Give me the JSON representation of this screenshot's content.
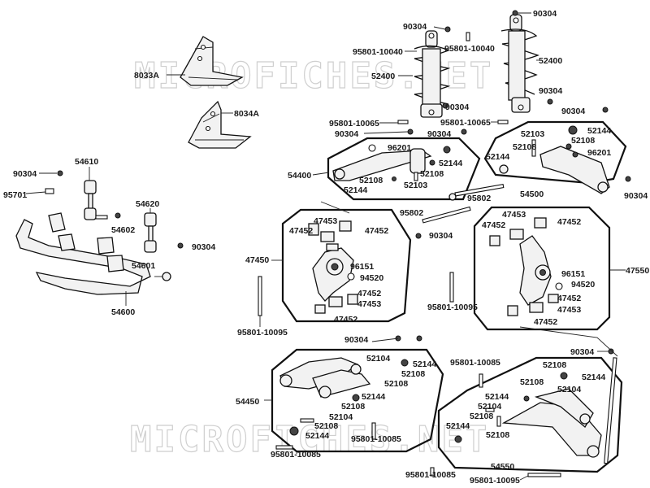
{
  "watermark": {
    "top": "MICROFICHES.NET",
    "bottom": "MICROFICHES.NET"
  },
  "labels": {
    "p90304_a": "90304",
    "p90304_b": "90304",
    "p95801_10040_a": "95801-10040",
    "p95801_10040_b": "95801-10040",
    "p52400_a": "52400",
    "p52400_b": "52400",
    "p8033A": "8033A",
    "p8034A": "8034A",
    "p90304_c": "90304",
    "p90304_d": "90304",
    "p95801_10065_a": "95801-10065",
    "p95801_10065_b": "95801-10065",
    "p90304_e": "90304",
    "p90304_f": "90304",
    "p54610": "54610",
    "p90304_g": "90304",
    "p95701": "95701",
    "p54620": "54620",
    "p54602": "54602",
    "p90304_h": "90304",
    "p54601": "54601",
    "p54600": "54600",
    "p96201_a": "96201",
    "p52144_a": "52144",
    "p52108_a": "52108",
    "p52108_b": "52108",
    "p52144_b": "52144",
    "p52103_a": "52103",
    "p54400": "54400",
    "p52103_b": "52103",
    "p52144_c": "52144",
    "p52108_c": "52108",
    "p52108_d": "52108",
    "p52144_d": "52144",
    "p96201_b": "96201",
    "p54500": "54500",
    "p90304_i": "90304",
    "p95802_a": "95802",
    "p95802_b": "95802",
    "p90304_j": "90304",
    "p47453_a": "47453",
    "p47452_a": "47452",
    "p47452_b": "47452",
    "p47450": "47450",
    "p96151_a": "96151",
    "p94520_a": "94520",
    "p47452_c": "47452",
    "p47453_b": "47453",
    "p47452_d": "47452",
    "p95801_10095_a": "95801-10095",
    "p47453_c": "47453",
    "p47452_e": "47452",
    "p47452_f": "47452",
    "p47550": "47550",
    "p96151_b": "96151",
    "p94520_b": "94520",
    "p95801_10095_b": "95801-10095",
    "p47452_g": "47452",
    "p47453_d": "47453",
    "p47452_h": "47452",
    "p90304_k": "90304",
    "p90304_l": "90304",
    "p52104_a": "52104",
    "p52144_e": "52144",
    "p52108_e": "52108",
    "p52108_f": "52108",
    "p54450": "54450",
    "p52144_f": "52144",
    "p52108_g": "52108",
    "p52104_b": "52104",
    "p52108_h": "52108",
    "p52144_g": "52144",
    "p95801_10085_a": "95801-10085",
    "p95801_10085_b": "95801-10085",
    "p95801_10085_c": "95801-10085",
    "p52108_i": "52108",
    "p52144_h": "52144",
    "p52108_j": "52108",
    "p52104_c": "52104",
    "p52144_i": "52144",
    "p52104_d": "52104",
    "p52108_k": "52108",
    "p52144_j": "52144",
    "p52108_l": "52108",
    "p54550": "54550",
    "p95801_10085_d": "95801-10085",
    "p95801_10095_c": "95801-10095"
  }
}
